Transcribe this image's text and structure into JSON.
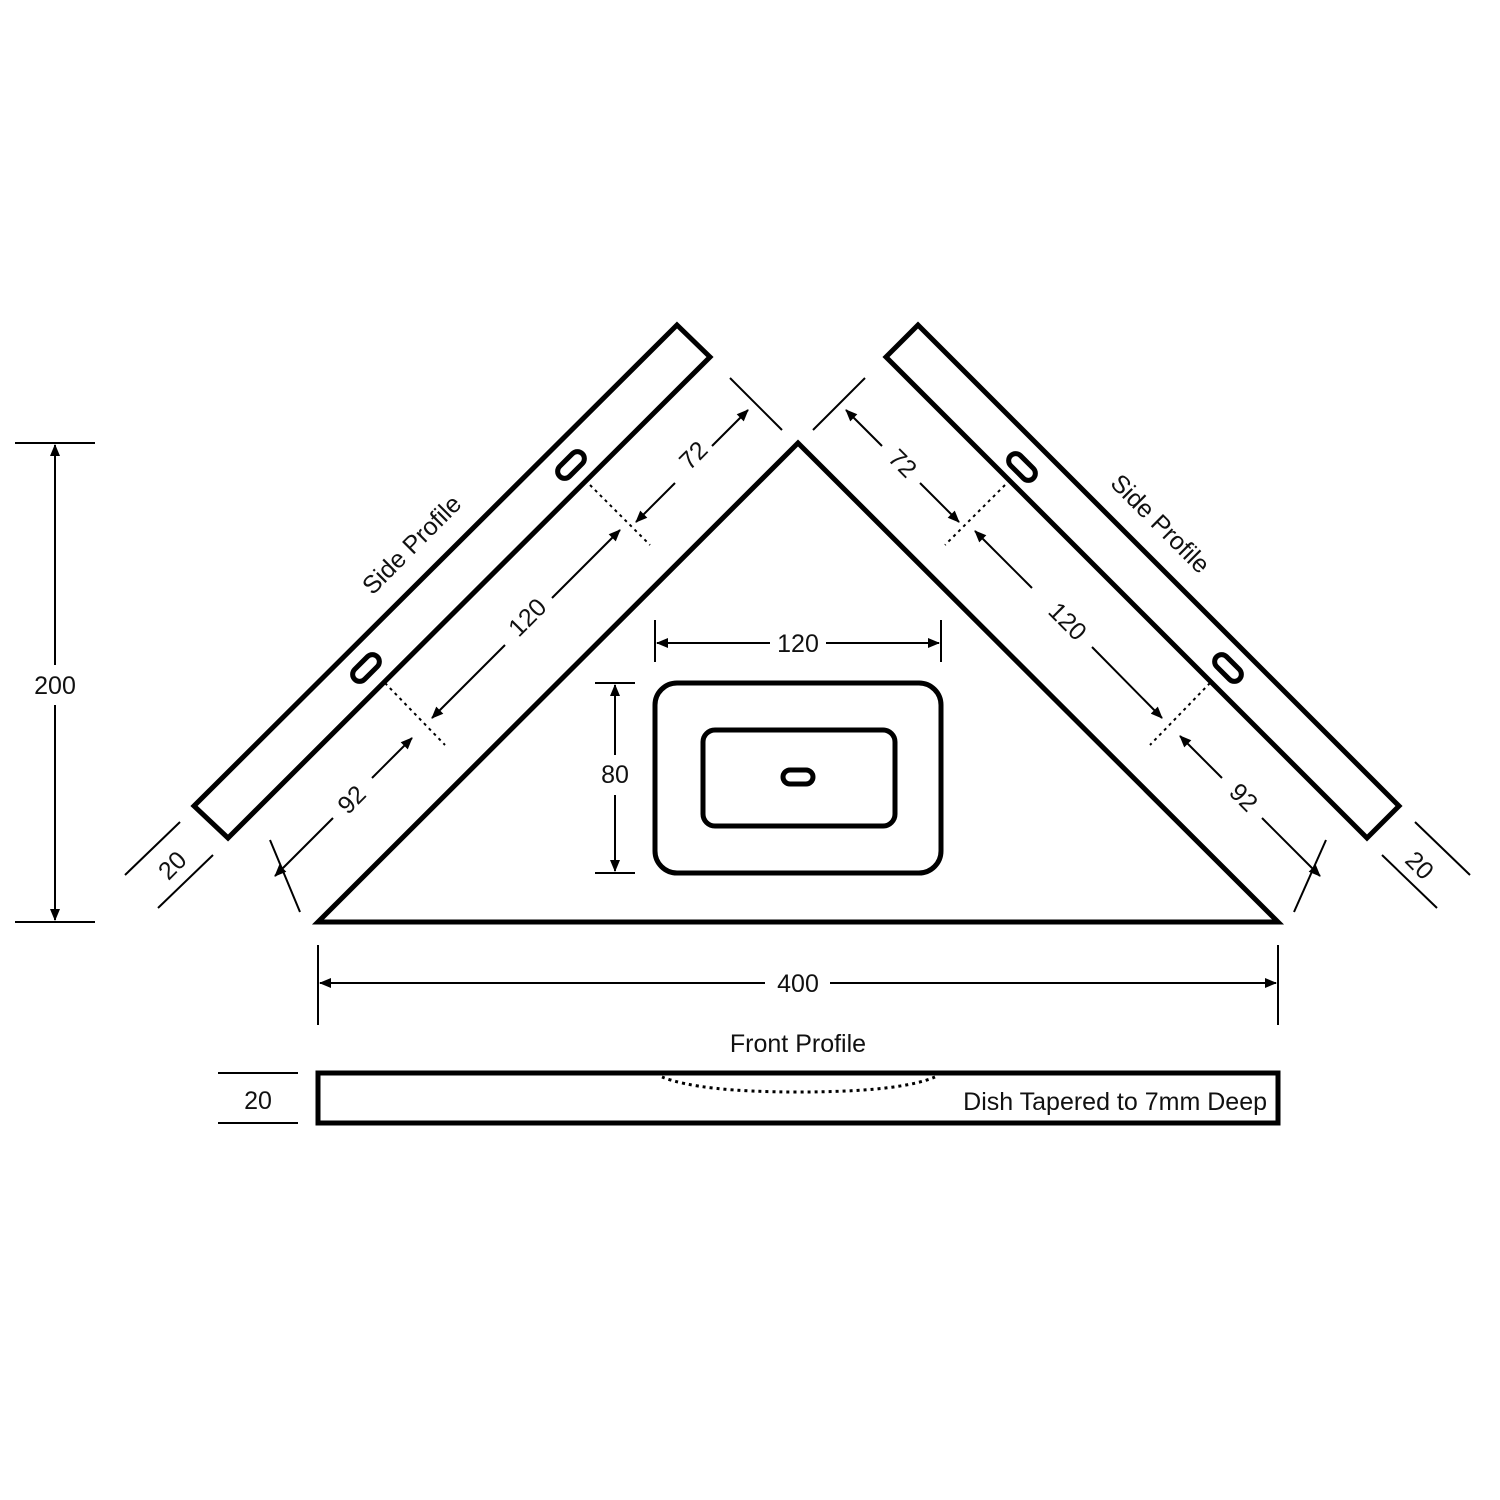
{
  "dimensions": {
    "height_total": "200",
    "width_total": "400",
    "basin_width": "120",
    "basin_depth": "80",
    "left_side": {
      "top": "72",
      "middle": "120",
      "bottom": "92",
      "thickness": "20"
    },
    "right_side": {
      "top": "72",
      "middle": "120",
      "bottom": "92",
      "thickness": "20"
    },
    "front_thickness": "20"
  },
  "labels": {
    "side_profile_left": "Side Profile",
    "side_profile_right": "Side Profile",
    "front_profile": "Front Profile",
    "dish_note": "Dish Tapered to 7mm Deep"
  }
}
